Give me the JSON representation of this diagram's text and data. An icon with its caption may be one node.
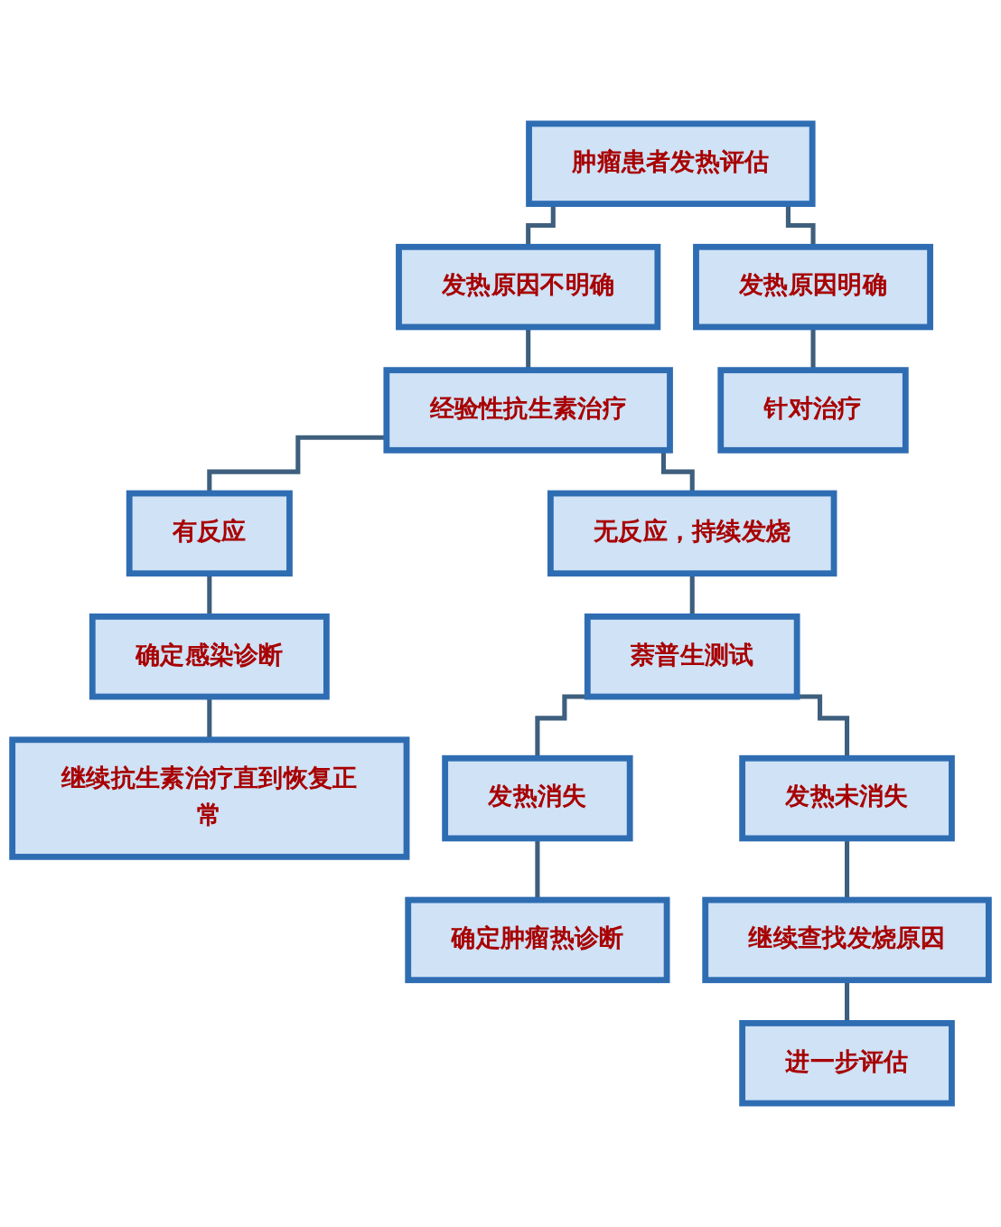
{
  "diagram": {
    "nodes": [
      {
        "text": [
          "肿瘤患者发热评估"
        ]
      },
      {
        "text": [
          "发热原因不明确"
        ]
      },
      {
        "text": [
          "发热原因明确"
        ]
      },
      {
        "text": [
          "经验性抗生素治疗"
        ]
      },
      {
        "text": [
          "针对治疗"
        ]
      },
      {
        "text": [
          "有反应"
        ]
      },
      {
        "text": [
          "无反应，持续发烧"
        ]
      },
      {
        "text": [
          "确定感染诊断"
        ]
      },
      {
        "text": [
          "萘普生测试"
        ]
      },
      {
        "text": [
          "继续抗生素治疗直到恢复正常"
        ]
      },
      {
        "text": [
          "发热消失"
        ]
      },
      {
        "text": [
          "发热未消失"
        ]
      },
      {
        "text": [
          "确定肿瘤热诊断"
        ]
      },
      {
        "text": [
          "继续查找发烧原因"
        ]
      },
      {
        "text": [
          "进一步评估"
        ]
      }
    ],
    "edges": [
      {
        "from": 0,
        "to": 1,
        "arrow": "none"
      },
      {
        "from": 0,
        "to": 2,
        "arrow": "none"
      },
      {
        "from": 1,
        "to": 3,
        "arrow": "none"
      },
      {
        "from": 2,
        "to": 4,
        "arrow": "none"
      },
      {
        "from": 3,
        "to": 5,
        "arrow": "none"
      },
      {
        "from": 3,
        "to": 6,
        "arrow": "none"
      },
      {
        "from": 5,
        "to": 7,
        "arrow": "none"
      },
      {
        "from": 7,
        "to": 9,
        "arrow": "none"
      },
      {
        "from": 6,
        "to": 8,
        "arrow": "none"
      },
      {
        "from": 8,
        "to": 10,
        "arrow": "none"
      },
      {
        "from": 8,
        "to": 11,
        "arrow": "none"
      },
      {
        "from": 10,
        "to": 12,
        "arrow": "none"
      },
      {
        "from": 11,
        "to": 13,
        "arrow": "none"
      },
      {
        "from": 13,
        "to": 14,
        "arrow": "none"
      }
    ]
  }
}
